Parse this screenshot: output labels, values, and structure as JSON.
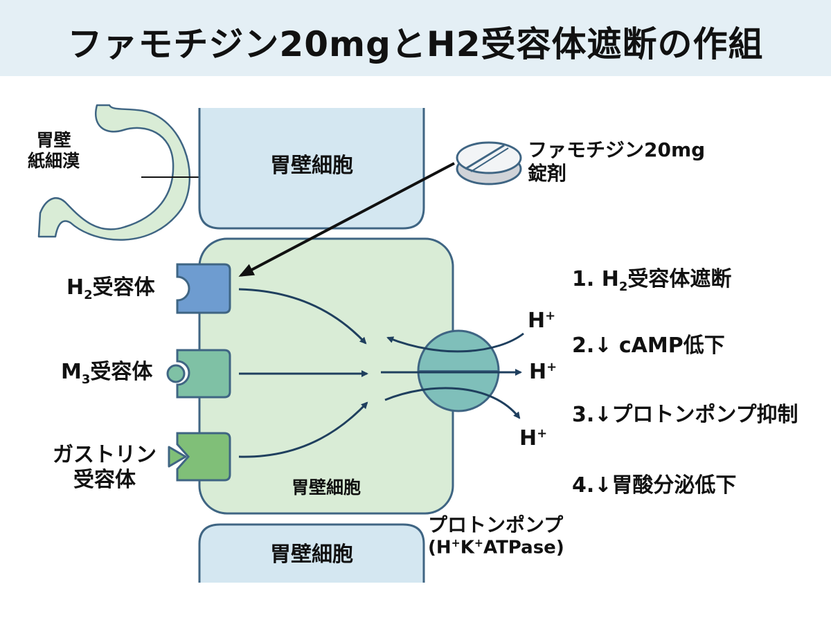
{
  "title": "ファモチジン20mgとH2受容体遮断の作組",
  "stomach_label": [
    "胃壁",
    "紙細漠"
  ],
  "parietal_cell_top": "胃壁細胞",
  "parietal_cell_main": "胃壁細胞",
  "parietal_cell_bottom": "胃壁細胞",
  "tablet_label": [
    "ファモチジン20mg",
    "錠剤"
  ],
  "receptors": {
    "h2": {
      "prefix": "H",
      "sub": "2",
      "suffix": "受容体"
    },
    "m3": {
      "prefix": "M",
      "sub": "3",
      "suffix": "受容体"
    },
    "gastrin": [
      "ガストリン",
      "受容体"
    ]
  },
  "ions": [
    "H",
    "H",
    "H"
  ],
  "ion_charge": "+",
  "pump_label": {
    "line1": "プロトンポンプ",
    "line2_parts": [
      "(H",
      "+",
      "K",
      "+",
      "ATPase)"
    ]
  },
  "steps": [
    {
      "num": "1.",
      "pre": "H",
      "sub": "2",
      "text": "受容体遮断"
    },
    {
      "num": "2.",
      "arrow": "↓",
      "text": "cAMP低下"
    },
    {
      "num": "3.",
      "arrow": "↓",
      "text": "プロトンポンプ抑制"
    },
    {
      "num": "4.",
      "arrow": "↓",
      "text": "胃酸分泌低下"
    }
  ],
  "colors": {
    "title_bg": "#e4eff5",
    "cell_top_fill": "#d4e7f1",
    "cell_main_fill": "#d9ecd6",
    "outline": "#3f6583",
    "h2_receptor": "#6e9cd0",
    "m3_receptor": "#7fc1a5",
    "gastrin_receptor": "#80bf78",
    "pump": "#7fbfba",
    "arrow": "#1f3f5e"
  }
}
